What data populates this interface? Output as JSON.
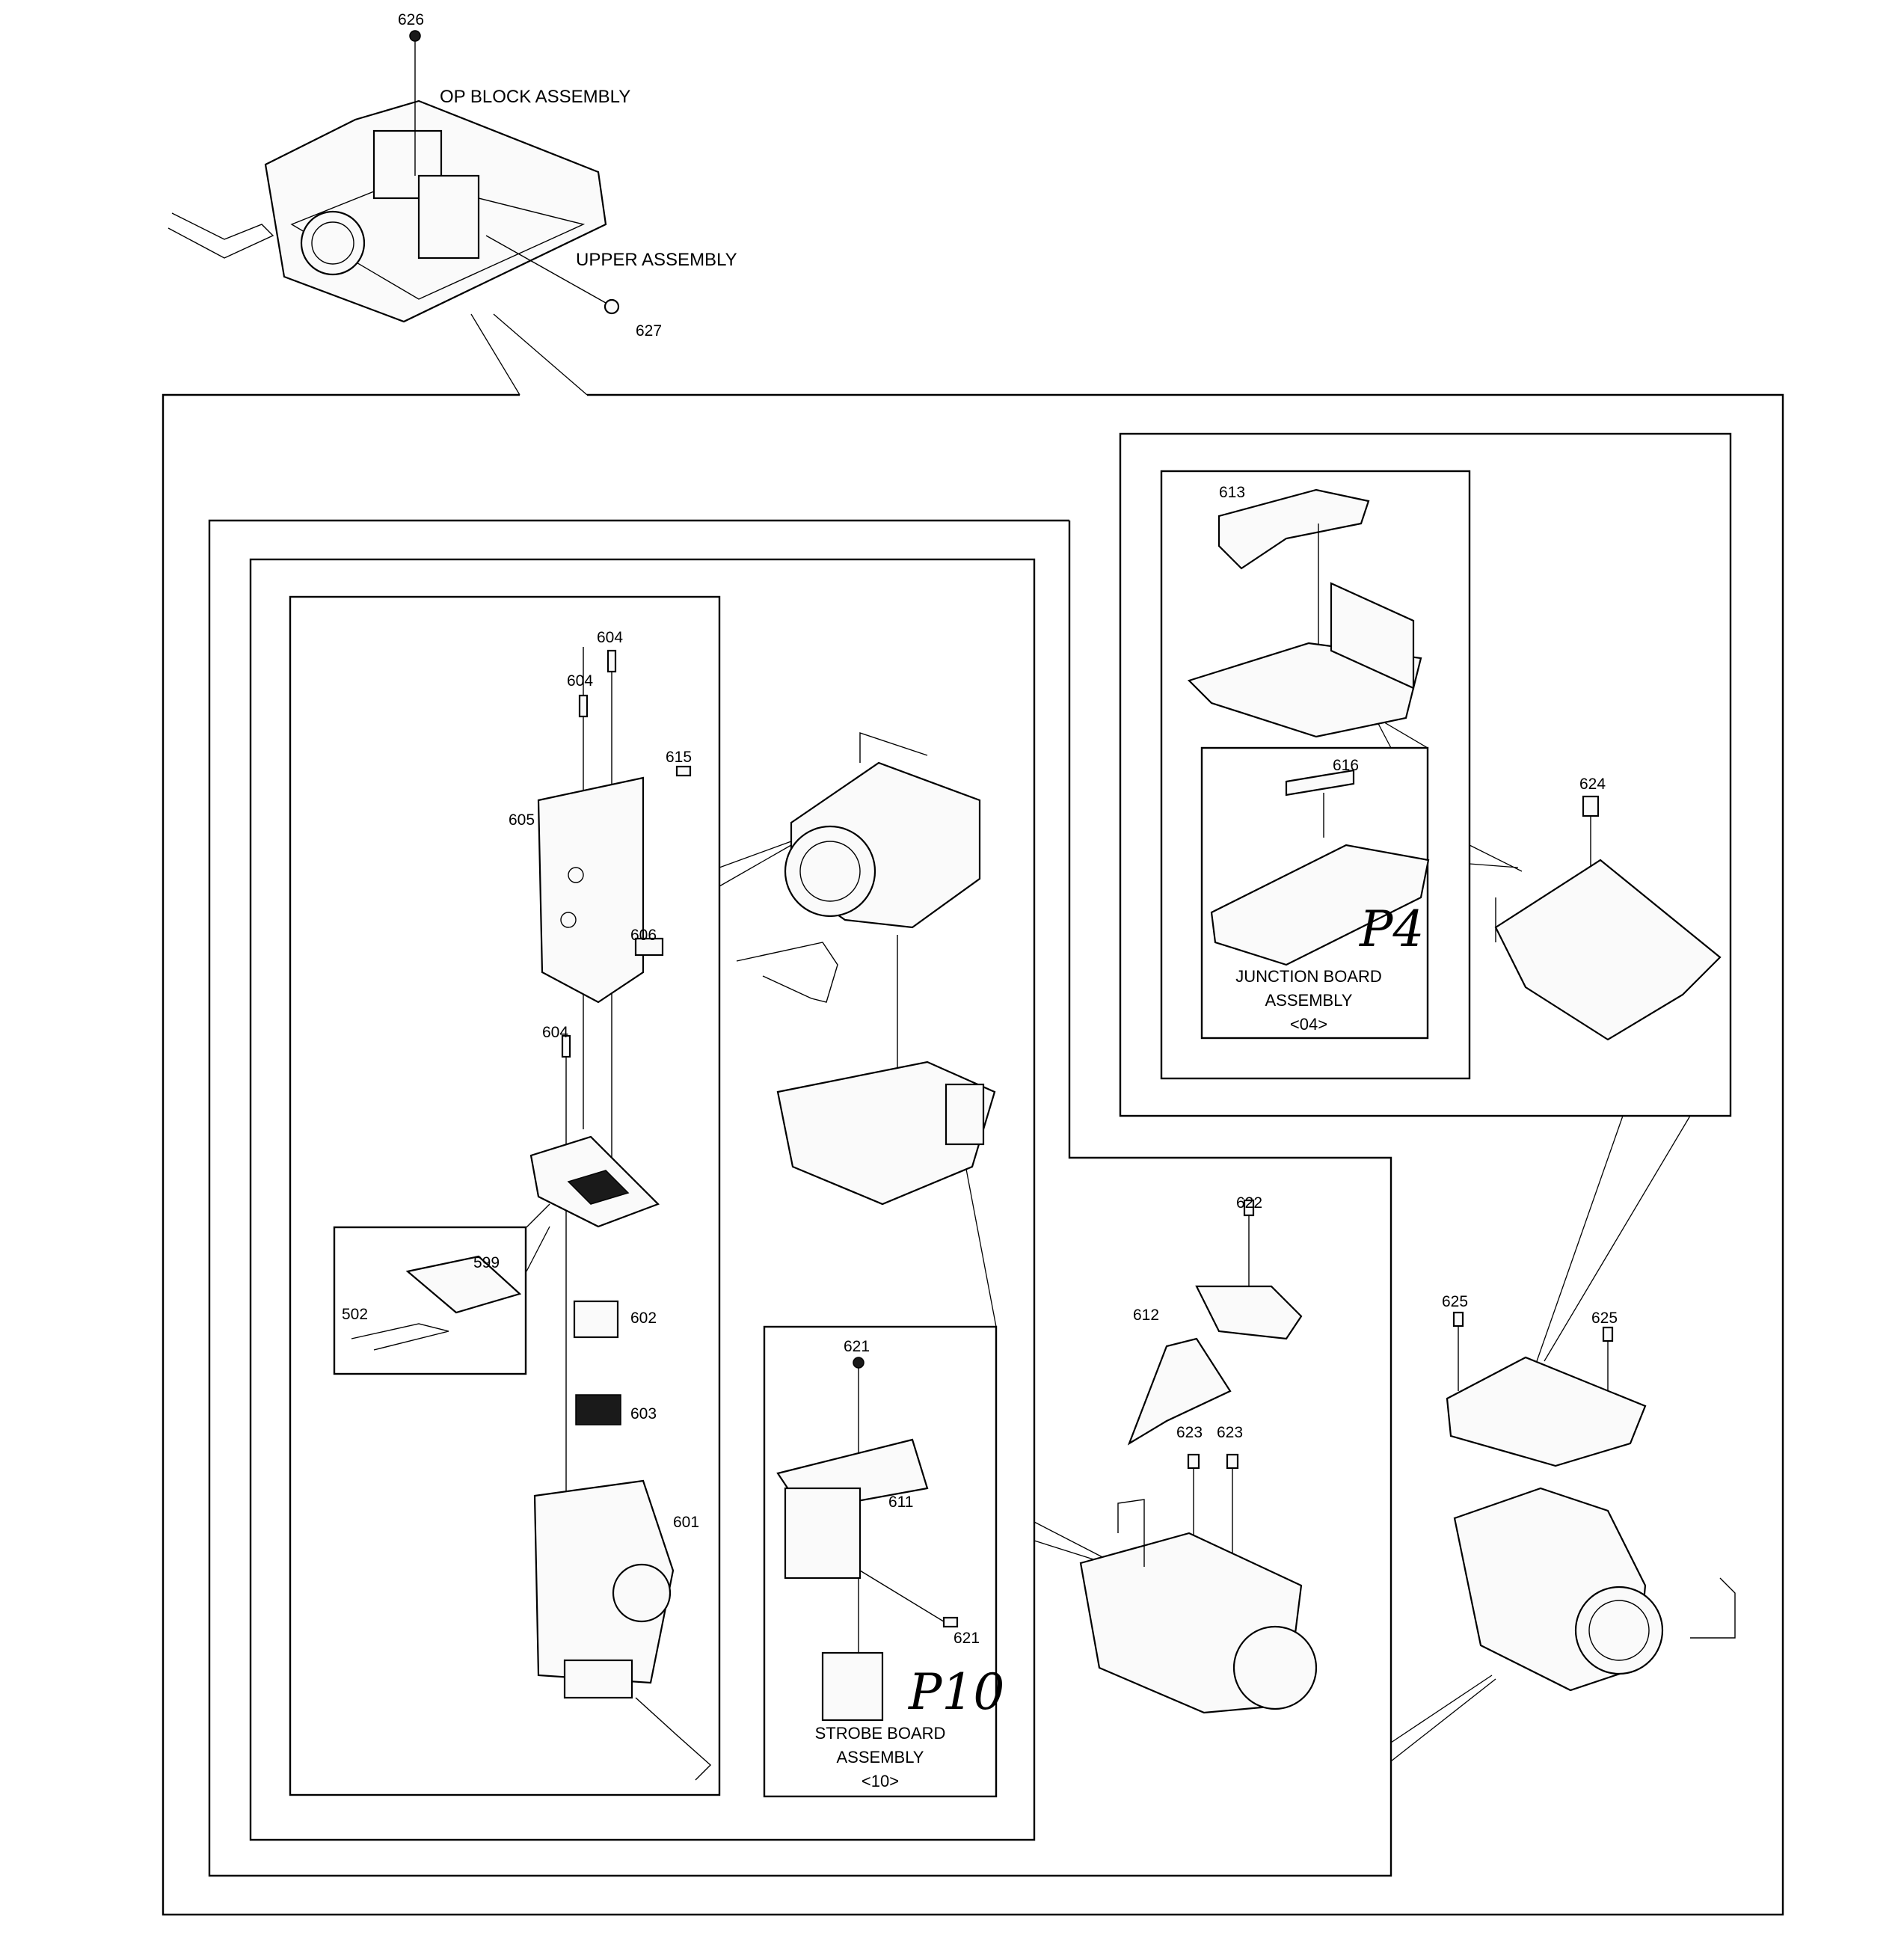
{
  "labels": {
    "p626": "626",
    "op_block": "OP BLOCK ASSEMBLY",
    "upper_assembly": "UPPER ASSEMBLY",
    "p627": "627",
    "p613": "613",
    "p616": "616",
    "p624": "624",
    "p604a": "604",
    "p604b": "604",
    "p615": "615",
    "p605": "605",
    "p606": "606",
    "p604c": "604",
    "p599": "599",
    "p502": "502",
    "p602": "602",
    "p603": "603",
    "p601": "601",
    "p621a": "621",
    "p611": "611",
    "p621b": "621",
    "p622": "622",
    "p612": "612",
    "p623a": "623",
    "p623b": "623",
    "p625a": "625",
    "p625b": "625"
  },
  "junction": {
    "line1": "JUNCTION BOARD",
    "line2": "ASSEMBLY",
    "code": "<04>",
    "page_ref": "P4"
  },
  "strobe": {
    "line1": "STROBE BOARD",
    "line2": "ASSEMBLY",
    "code": "<10>",
    "page_ref": "P10"
  }
}
